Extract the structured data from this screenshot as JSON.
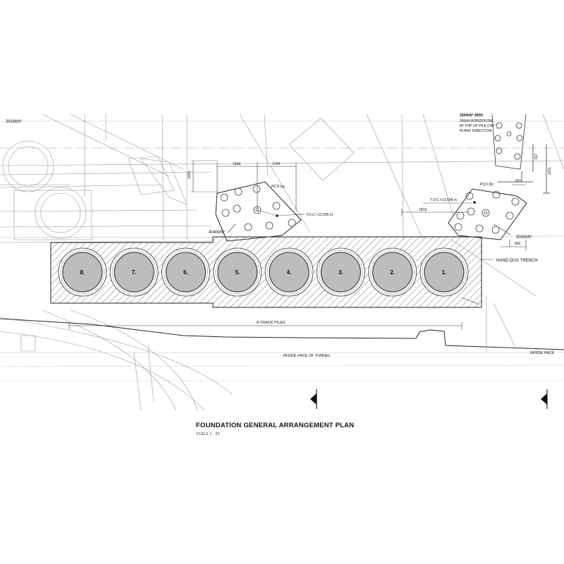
{
  "plan": {
    "title": "FOUNDATION GENERAL ARRANGEMENT PLAN",
    "scale": "SCALE   1 : 50"
  },
  "loads": {
    "top_left": "2818kN*",
    "left_cap": "4040kN*",
    "right_cap": "3000kN*",
    "note_line1": "2500kN*   492N",
    "note_line2": "300kN HORIZONTAL",
    "note_line3": "AT TOP OF PILE CAP",
    "note_line4": "IN ANY DIRECTION"
  },
  "pile_caps": {
    "left": {
      "name": "PC3 (a)",
      "toc": "T.O.C +13.395 m"
    },
    "right": {
      "name": "PC3 (b)",
      "toc": "T.O.C +13.595 m"
    }
  },
  "dimensions": {
    "d1608": "1608",
    "d1704": "1704",
    "d1293": "1293",
    "d1818": "1818",
    "d601": "601",
    "d627": "627",
    "d1311": "1311",
    "d890": "890"
  },
  "piles": [
    "1.",
    "2.",
    "3.",
    "4.",
    "5.",
    "6.",
    "7.",
    "8."
  ],
  "labels": {
    "trench": "HAND DUG TRENCH",
    "track_piles": "8-TRACK PILES",
    "tunnel_left": "INSIDE FACE OF TUNNEL",
    "tunnel_right": "INSIDE FACE"
  },
  "colors": {
    "line": "#333333",
    "light_line": "#9a9a9a",
    "pile_fill": "#bdbdbd",
    "hatch": "#555555"
  }
}
